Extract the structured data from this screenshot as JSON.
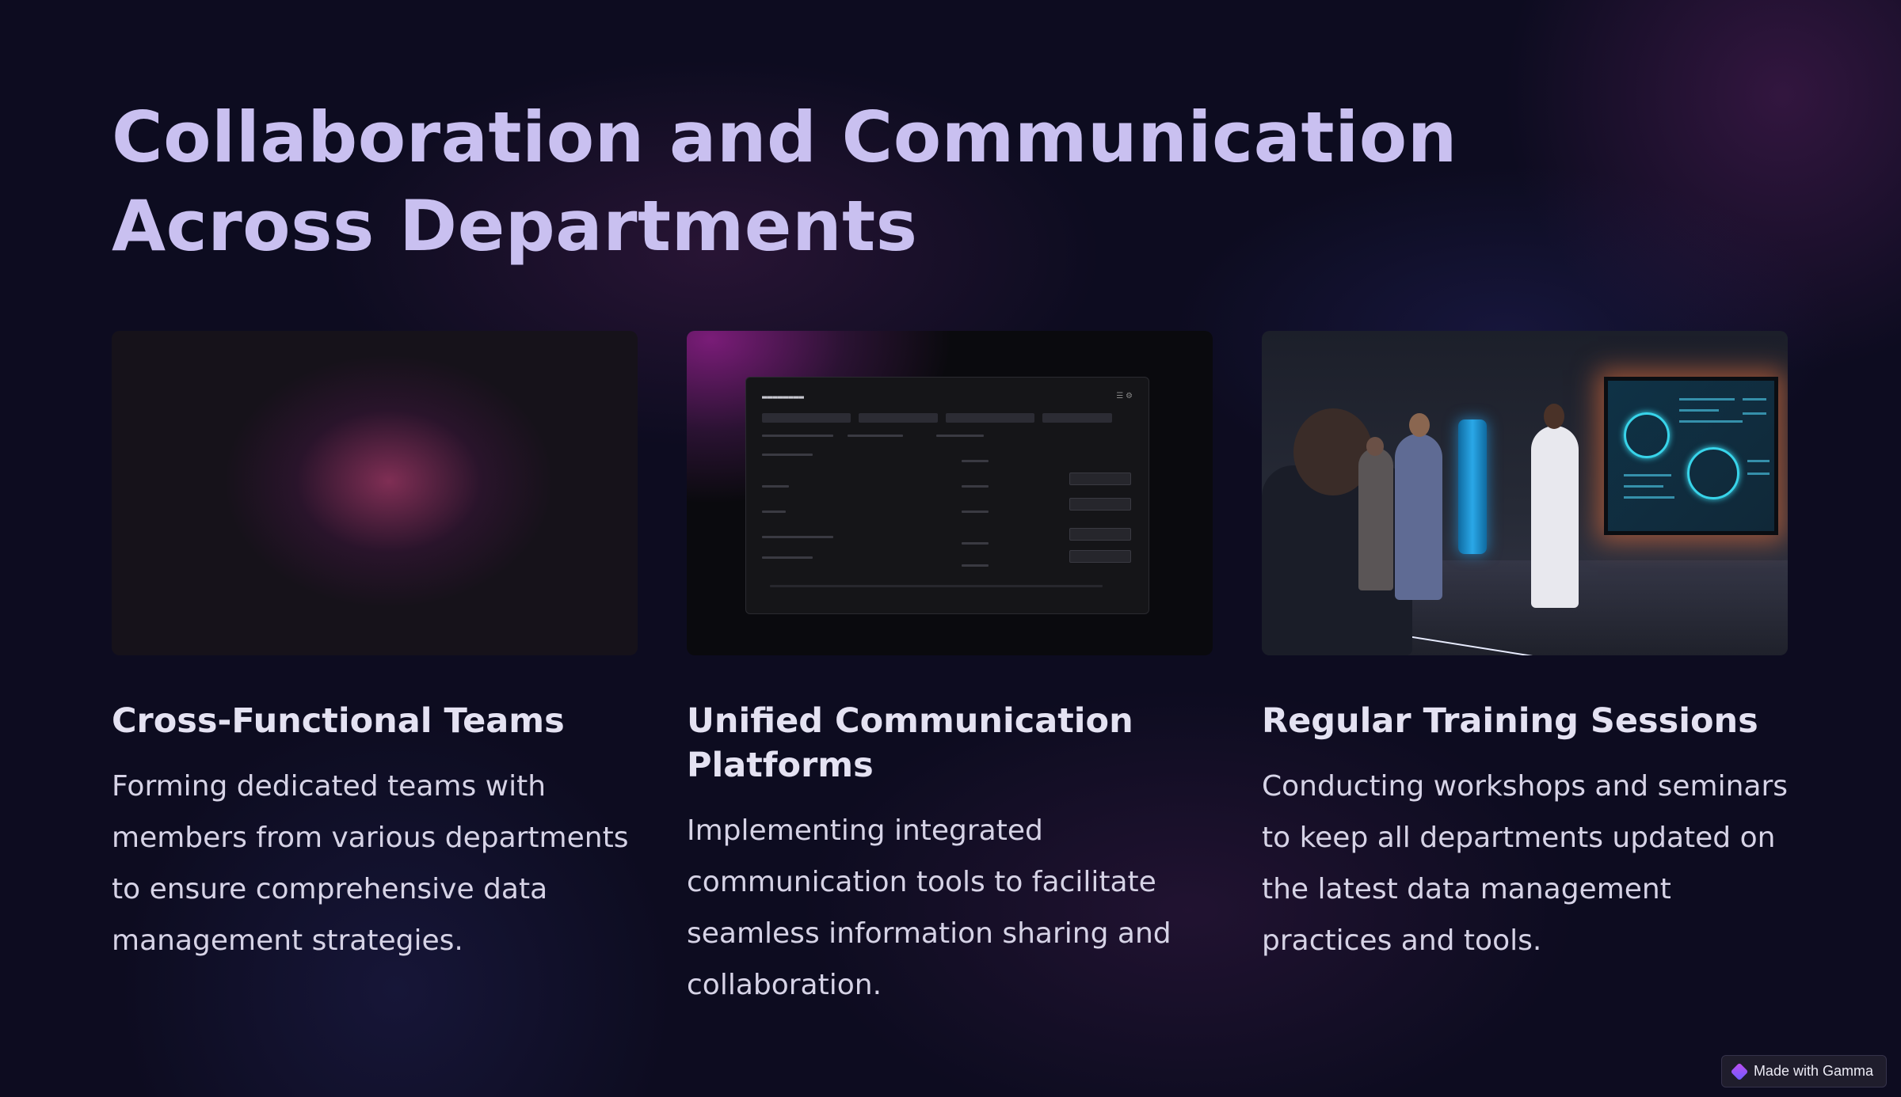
{
  "title": "Collaboration and Communication Across Departments",
  "cards": [
    {
      "heading": "Cross-Functional Teams",
      "text": "Forming dedicated teams with members from various departments to ensure comprehensive data management strategies.",
      "image": "blurred-magenta-glow"
    },
    {
      "heading": "Unified Communication Platforms",
      "text": "Implementing integrated communication tools to facilitate seamless information sharing and collaboration.",
      "image": "dashboard-interface"
    },
    {
      "heading": "Regular Training Sessions",
      "text": "Conducting workshops and seminars to keep all departments updated on the latest data management practices and tools.",
      "image": "training-room-presentation"
    }
  ],
  "badge": {
    "label": "Made with Gamma",
    "icon": "gamma-logo-icon"
  },
  "colors": {
    "background": "#0d0c20",
    "title": "#c9c0f0",
    "heading": "#e4e2f2",
    "body_text": "#d6d3e6"
  }
}
